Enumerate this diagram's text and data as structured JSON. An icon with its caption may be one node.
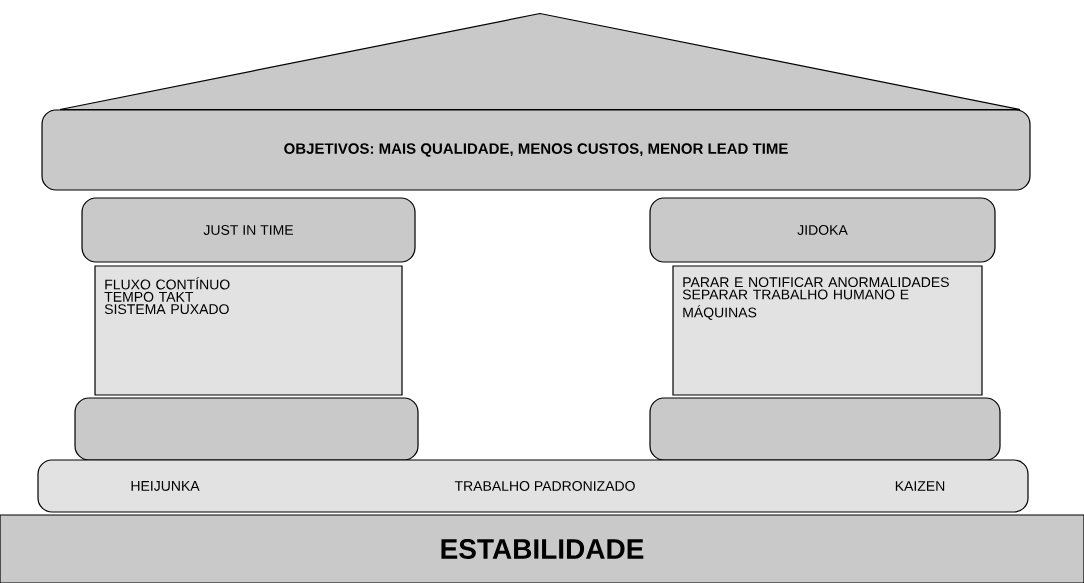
{
  "diagram": {
    "nodes": [
      {
        "text": [],
        "shape": "triangle"
      },
      {
        "text": [
          "OBJETIVOS: MAIS QUALIDADE, MENOS CUSTOS, MENOR LEAD TIME"
        ]
      },
      {
        "text": [
          "JUST IN TIME"
        ]
      },
      {
        "text": [
          "FLUXO CONTÍNUO",
          "TEMPO TAKT",
          "SISTEMA PUXADO"
        ]
      },
      {
        "text": [],
        "shape": "box"
      },
      {
        "text": [
          "JIDOKA"
        ]
      },
      {
        "text": [
          "PARAR E NOTIFICAR ANORMALIDADES",
          "SEPARAR TRABALHO HUMANO E MÁQUINAS"
        ]
      },
      {
        "text": [],
        "shape": "box"
      },
      {
        "text": [
          "HEIJUNKA",
          "TRABALHO PADRONIZADO",
          "KAIZEN"
        ]
      },
      {
        "text": [
          "ESTABILIDADE"
        ]
      }
    ]
  }
}
